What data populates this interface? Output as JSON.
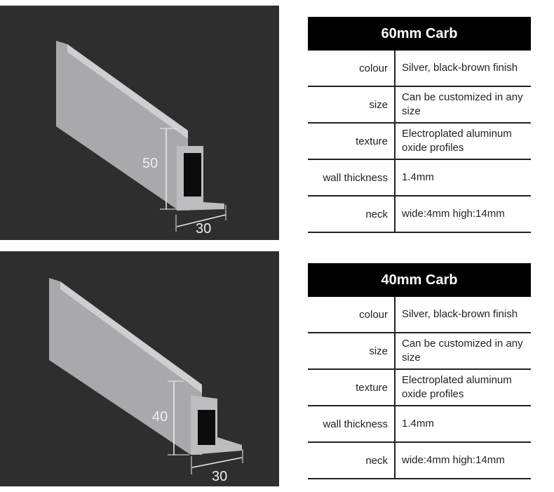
{
  "products": [
    {
      "title": "60mm  Carb",
      "height_dim": "50",
      "width_dim": "30",
      "rows": [
        {
          "label": "colour",
          "value": "Silver, black-brown finish"
        },
        {
          "label": "size",
          "value": "Can be customized in any size"
        },
        {
          "label": "texture",
          "value": "Electroplated aluminum oxide profiles"
        },
        {
          "label": "wall thickness",
          "value": "1.4mm"
        },
        {
          "label": "neck",
          "value": "wide:4mm  high:14mm"
        }
      ]
    },
    {
      "title": "40mm  Carb",
      "height_dim": "40",
      "width_dim": "30",
      "rows": [
        {
          "label": "colour",
          "value": "Silver, black-brown finish"
        },
        {
          "label": "size",
          "value": "Can be customized in any size"
        },
        {
          "label": "texture",
          "value": "Electroplated aluminum oxide profiles"
        },
        {
          "label": "wall thickness",
          "value": "1.4mm"
        },
        {
          "label": "neck",
          "value": "wide:4mm  high:14mm"
        }
      ]
    }
  ]
}
